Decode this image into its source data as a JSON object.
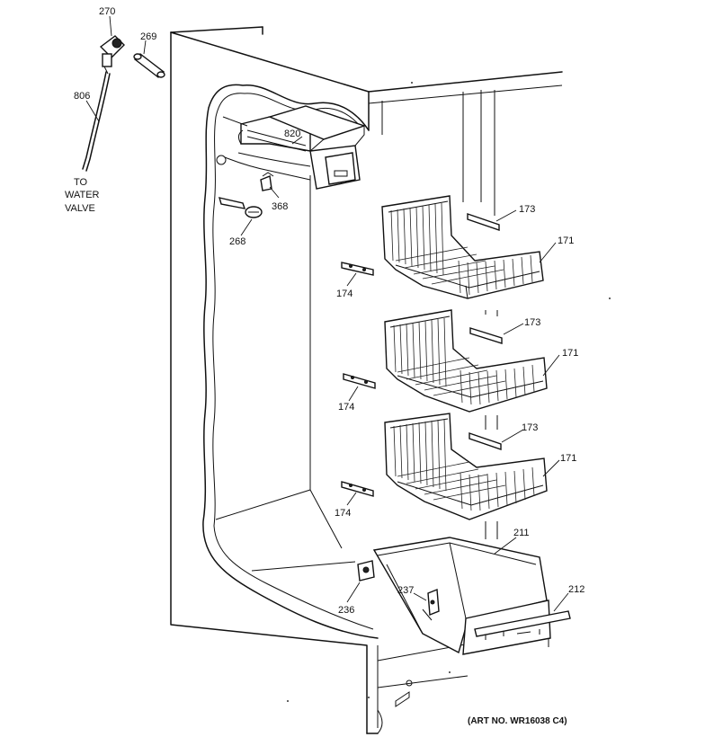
{
  "diagram": {
    "labels": {
      "p270": "270",
      "p269": "269",
      "p806": "806",
      "water_to": "TO",
      "water_water": "WATER",
      "water_valve": "VALVE",
      "p820": "820",
      "p368": "368",
      "p268": "268",
      "p173a": "173",
      "p171a": "171",
      "p174a": "174",
      "p173b": "173",
      "p171b": "171",
      "p174b": "174",
      "p173c": "173",
      "p171c": "171",
      "p174c": "174",
      "p211": "211",
      "p212": "212",
      "p237": "237",
      "p236": "236",
      "art_no": "(ART NO. WR16038 C4)"
    }
  }
}
